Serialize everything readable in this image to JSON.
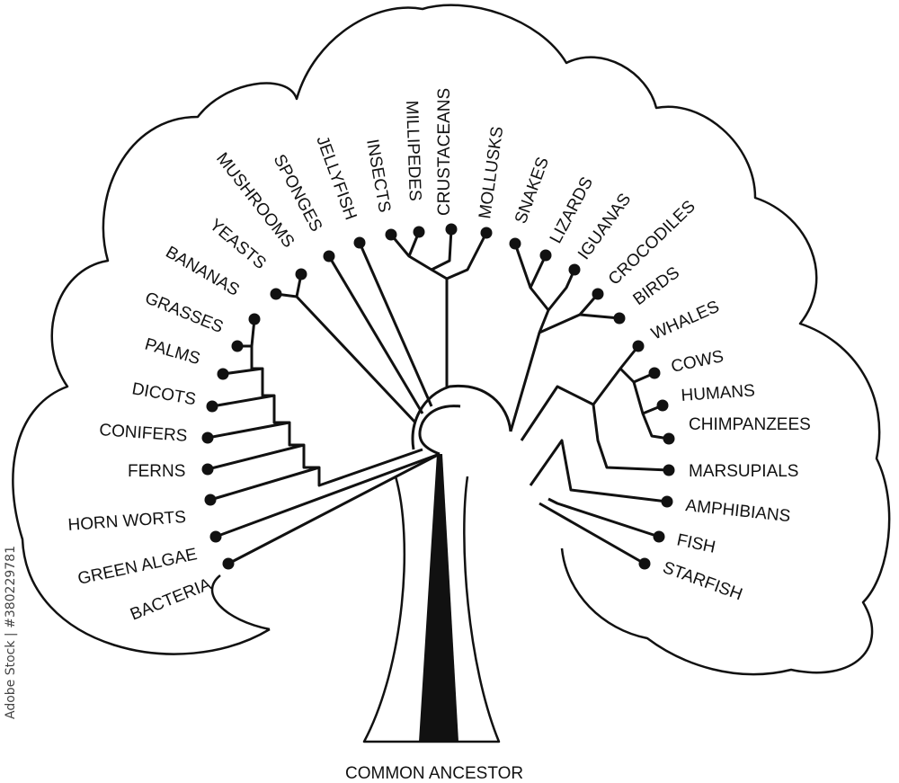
{
  "diagram": {
    "root_label": "COMMON ANCESTOR",
    "leaves": [
      {
        "id": "bacteria",
        "label": "BACTERIA"
      },
      {
        "id": "green-algae",
        "label": "GREEN ALGAE"
      },
      {
        "id": "horn-worts",
        "label": "HORN WORTS"
      },
      {
        "id": "ferns",
        "label": "FERNS"
      },
      {
        "id": "conifers",
        "label": "CONIFERS"
      },
      {
        "id": "dicots",
        "label": "DICOTS"
      },
      {
        "id": "palms",
        "label": "PALMS"
      },
      {
        "id": "grasses",
        "label": "GRASSES"
      },
      {
        "id": "bananas",
        "label": "BANANAS"
      },
      {
        "id": "yeasts",
        "label": "YEASTS"
      },
      {
        "id": "mushrooms",
        "label": "MUSHROOMS"
      },
      {
        "id": "sponges",
        "label": "SPONGES"
      },
      {
        "id": "jellyfish",
        "label": "JELLYFISH"
      },
      {
        "id": "insects",
        "label": "INSECTS"
      },
      {
        "id": "millipedes",
        "label": "MILLIPEDES"
      },
      {
        "id": "crustaceans",
        "label": "CRUSTACEANS"
      },
      {
        "id": "mollusks",
        "label": "MOLLUSKS"
      },
      {
        "id": "snakes",
        "label": "SNAKES"
      },
      {
        "id": "lizards",
        "label": "LIZARDS"
      },
      {
        "id": "iguanas",
        "label": "IGUANAS"
      },
      {
        "id": "crocodiles",
        "label": "CROCODILES"
      },
      {
        "id": "birds",
        "label": "BIRDS"
      },
      {
        "id": "whales",
        "label": "WHALES"
      },
      {
        "id": "cows",
        "label": "COWS"
      },
      {
        "id": "humans",
        "label": "HUMANS"
      },
      {
        "id": "chimpanzees",
        "label": "CHIMPANZEES"
      },
      {
        "id": "marsupials",
        "label": "MARSUPIALS"
      },
      {
        "id": "amphibians",
        "label": "AMPHIBIANS"
      },
      {
        "id": "fish",
        "label": "FISH"
      },
      {
        "id": "starfish",
        "label": "STARFISH"
      }
    ]
  },
  "watermark": {
    "side_text": "Adobe Stock | #380229781"
  },
  "colors": {
    "ink": "#111111",
    "background": "#ffffff"
  }
}
